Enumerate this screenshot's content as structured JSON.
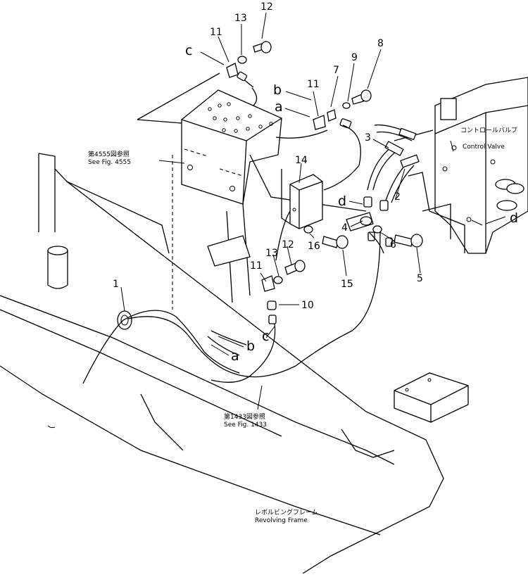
{
  "callouts": [
    {
      "id": "c-1",
      "text": "1"
    },
    {
      "id": "c-2",
      "text": "2"
    },
    {
      "id": "c-3",
      "text": "3"
    },
    {
      "id": "c-4",
      "text": "4"
    },
    {
      "id": "c-5",
      "text": "5"
    },
    {
      "id": "c-6",
      "text": "6"
    },
    {
      "id": "c-7",
      "text": "7"
    },
    {
      "id": "c-8",
      "text": "8"
    },
    {
      "id": "c-9",
      "text": "9"
    },
    {
      "id": "c-10",
      "text": "10"
    },
    {
      "id": "c-11a",
      "text": "11"
    },
    {
      "id": "c-11b",
      "text": "11"
    },
    {
      "id": "c-11c",
      "text": "11"
    },
    {
      "id": "c-12a",
      "text": "12"
    },
    {
      "id": "c-12b",
      "text": "12"
    },
    {
      "id": "c-13a",
      "text": "13"
    },
    {
      "id": "c-13b",
      "text": "13"
    },
    {
      "id": "c-14",
      "text": "14"
    },
    {
      "id": "c-15",
      "text": "15"
    },
    {
      "id": "c-16",
      "text": "16"
    }
  ],
  "letters": [
    {
      "id": "l-c-top",
      "text": "c"
    },
    {
      "id": "l-b-top",
      "text": "b"
    },
    {
      "id": "l-a-top",
      "text": "a"
    },
    {
      "id": "l-d-mid",
      "text": "d"
    },
    {
      "id": "l-d-right",
      "text": "d"
    },
    {
      "id": "l-c-low",
      "text": "c"
    },
    {
      "id": "l-b-low",
      "text": "b"
    },
    {
      "id": "l-a-low",
      "text": "a"
    }
  ],
  "notes": {
    "fig4555_jp": "第4555図参照",
    "fig4555_en": "See Fig. 4555",
    "fig1433_jp": "第1433図参照",
    "fig1433_en": "See Fig. 1433",
    "control_valve_jp": "コントロールバルブ",
    "control_valve_en": "Control Valve",
    "revolving_frame_jp": "レボルビングフレーム",
    "revolving_frame_en": "Revolving Frame"
  }
}
